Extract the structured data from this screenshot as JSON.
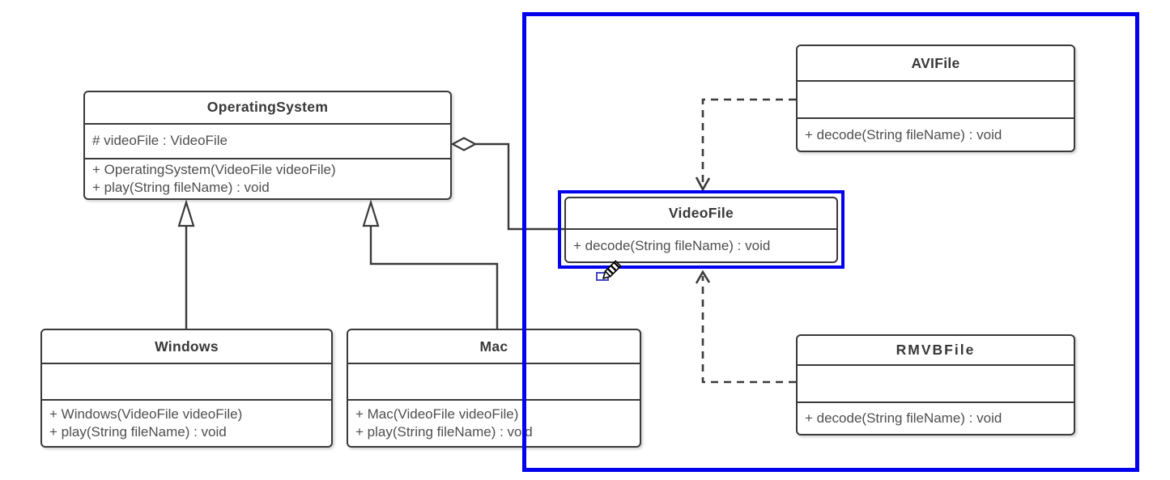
{
  "diagram": {
    "kind": "uml-class-diagram",
    "background": "#ffffff"
  },
  "colors": {
    "box_border": "#3a3a3a",
    "box_fill": "#ffffff",
    "title_text": "#383838",
    "member_text": "#4f4f4f",
    "connector": "#3a3a3a",
    "selection_blue": "#0202ee"
  },
  "classes": [
    {
      "title": "OperatingSystem",
      "attributes": [
        "# videoFile : VideoFile"
      ],
      "methods": [
        "+ OperatingSystem(VideoFile videoFile)",
        "+ play(String fileName) : void"
      ]
    },
    {
      "title": "Windows",
      "attributes": [],
      "methods": [
        "+ Windows(VideoFile videoFile)",
        "+ play(String fileName) : void"
      ]
    },
    {
      "title": "Mac",
      "attributes": [],
      "methods": [
        "+ Mac(VideoFile videoFile)",
        "+ play(String fileName) : void"
      ]
    },
    {
      "title": "VideoFile",
      "attributes": [],
      "methods": [
        "+ decode(String fileName) : void"
      ],
      "selected": true
    },
    {
      "title": "AVIFile",
      "attributes": [],
      "methods": [
        "+ decode(String fileName) : void"
      ]
    },
    {
      "title": "RMVBFile",
      "attributes": [],
      "methods": [
        "+ decode(String fileName) : void"
      ]
    }
  ],
  "relationships": [
    {
      "type": "generalization",
      "from": "Windows",
      "to": "OperatingSystem"
    },
    {
      "type": "generalization",
      "from": "Mac",
      "to": "OperatingSystem"
    },
    {
      "type": "aggregation",
      "from": "OperatingSystem",
      "to": "VideoFile"
    },
    {
      "type": "dashed-dependency",
      "from": "AVIFile",
      "to": "VideoFile"
    },
    {
      "type": "dashed-dependency",
      "from": "RMVBFile",
      "to": "VideoFile"
    }
  ],
  "editor": {
    "selection_rect": "rubber-band selection around right-side classes",
    "selected_class": "VideoFile",
    "cursor": "pencil-connect-cursor"
  }
}
